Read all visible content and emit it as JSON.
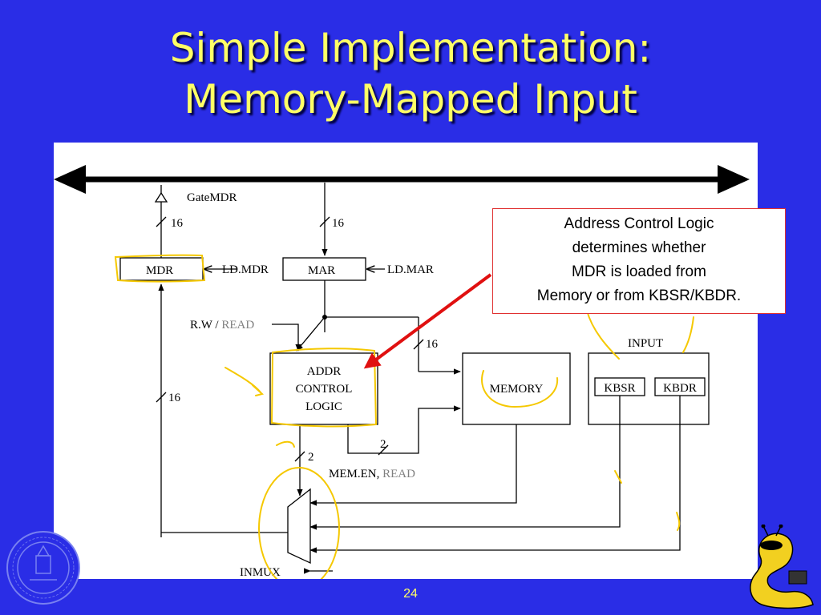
{
  "slide": {
    "title_line1": "Simple Implementation:",
    "title_line2": "Memory-Mapped Input",
    "page_number": "24"
  },
  "callout": {
    "line1": "Address Control Logic",
    "line2": "determines whether",
    "line3": "MDR is loaded from",
    "line4": "Memory or from KBSR/KBDR."
  },
  "diagram": {
    "gate_mdr": "GateMDR",
    "bus_width_16a": "16",
    "bus_width_16b": "16",
    "bus_width_16c": "16",
    "bus_width_16d": "16",
    "bus_width_2a": "2",
    "bus_width_2b": "2",
    "mdr": "MDR",
    "ld_mdr": "LD.MDR",
    "mar": "MAR",
    "ld_mar": "LD.MAR",
    "rw_label": "R.W / ",
    "rw_read": "READ",
    "addr_line1": "ADDR",
    "addr_line2": "CONTROL",
    "addr_line3": "LOGIC",
    "memory": "MEMORY",
    "input": "INPUT",
    "kbsr": "KBSR",
    "kbdr": "KBDR",
    "mem_en": "MEM.EN, ",
    "mem_en_read": "READ",
    "inmux": "INMUX"
  },
  "colors": {
    "background": "#2a2de6",
    "title": "#ffff66",
    "annotation": "#f5c800",
    "arrow": "#e01010"
  },
  "icons": {
    "seal": "university-seal-icon",
    "mascot": "slug-mascot-icon"
  }
}
